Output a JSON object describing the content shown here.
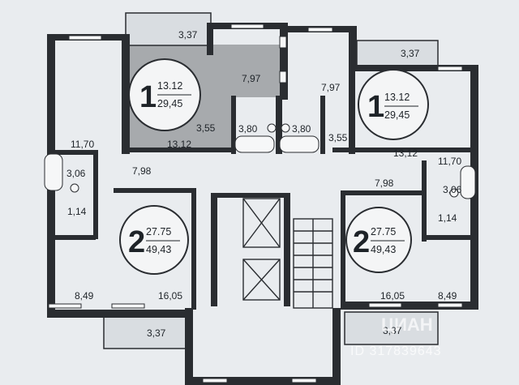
{
  "units_1": [
    {
      "num": "1",
      "living": "13.12",
      "total": "29,45"
    },
    {
      "num": "1",
      "living": "13.12",
      "total": "29,45"
    }
  ],
  "units_2": [
    {
      "num": "2",
      "living": "27.75",
      "total": "49,43"
    },
    {
      "num": "2",
      "living": "27.75",
      "total": "49,43"
    }
  ],
  "rooms": {
    "balc_top_left": "3,37",
    "balc_top_right": "3,37",
    "balc_bot_left": "3,37",
    "balc_bot_right": "3,37",
    "kitchen_top_left": "7,97",
    "kitchen_top_right": "7,97",
    "room_top_left": "13,12",
    "room_top_right": "13,12",
    "hall_top_left": "3,55",
    "hall_top_right": "3,55",
    "bath_left": "3,80",
    "bath_right": "3,80",
    "room_left_top": "11,70",
    "room_right_top": "11,70",
    "bath_left_side": "3,06",
    "bath_right_side": "3,06",
    "wc_left": "1,14",
    "wc_right": "1,14",
    "hall_left_mid": "7,98",
    "hall_right_mid": "7,98",
    "room_left_bot": "8,49",
    "room_right_bot": "8,49",
    "room_left_bot2": "16,05",
    "room_right_bot2": "16,05"
  },
  "watermark": {
    "brand": "ЦИАН",
    "id": "ID 317839643"
  }
}
